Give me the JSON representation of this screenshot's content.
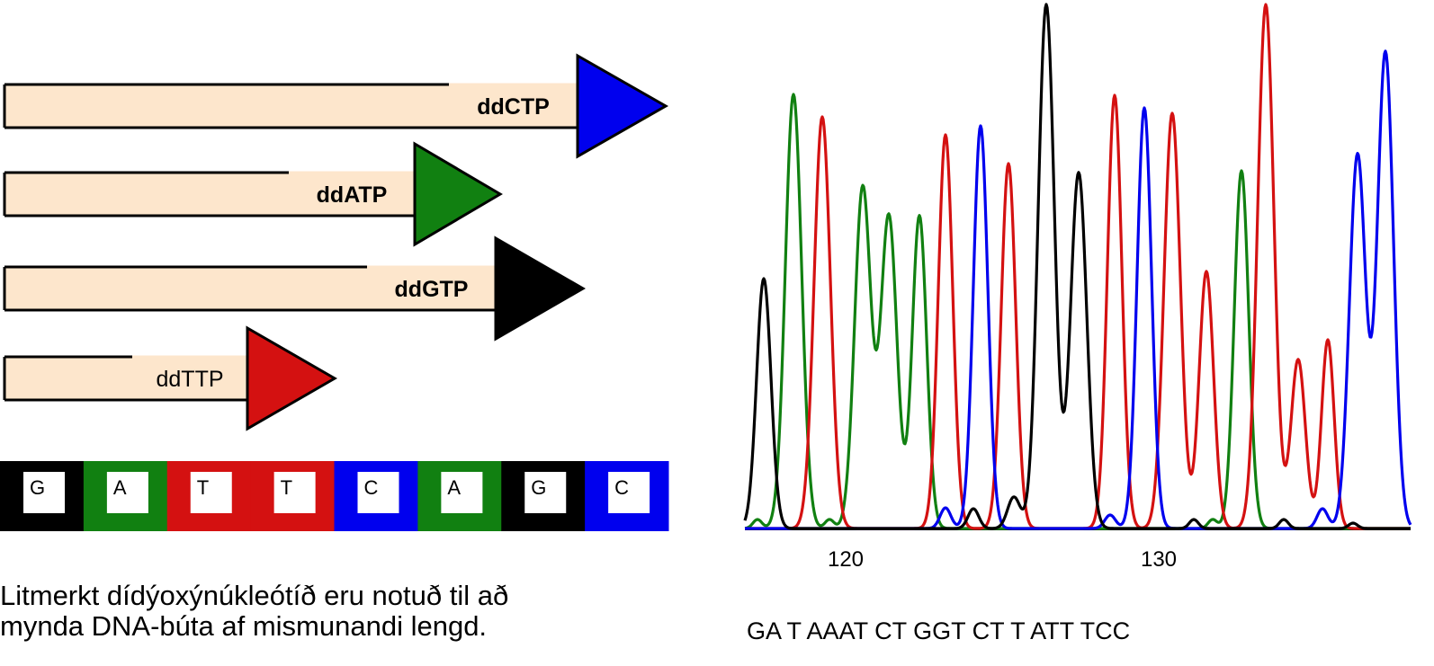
{
  "fragments": [
    {
      "label": "ddCTP",
      "color": "#0000ee",
      "bold": true
    },
    {
      "label": "ddATP",
      "color": "#118011",
      "bold": true
    },
    {
      "label": "ddGTP",
      "color": "#000000",
      "bold": true
    },
    {
      "label": "ddTTP",
      "color": "#d41111",
      "bold": false
    }
  ],
  "gel_lanes": [
    {
      "base": "G",
      "color": "#000000"
    },
    {
      "base": "A",
      "color": "#118011"
    },
    {
      "base": "T",
      "color": "#d41111"
    },
    {
      "base": "T",
      "color": "#d41111"
    },
    {
      "base": "C",
      "color": "#0000ee"
    },
    {
      "base": "A",
      "color": "#118011"
    },
    {
      "base": "G",
      "color": "#000000"
    },
    {
      "base": "C",
      "color": "#0000ee"
    }
  ],
  "chromatogram": {
    "x_ticks": [
      "120",
      "130"
    ],
    "sequence": "GA T AAAT CT GGT CT T ATT TCC",
    "colors": {
      "G": "#000000",
      "A": "#118011",
      "T": "#d41111",
      "C": "#0000ee"
    }
  },
  "caption": {
    "line1": "Litmerkt dídýoxýnúkleótíð eru notuð til að",
    "line2": "mynda DNA-búta af mismunandi lengd."
  }
}
